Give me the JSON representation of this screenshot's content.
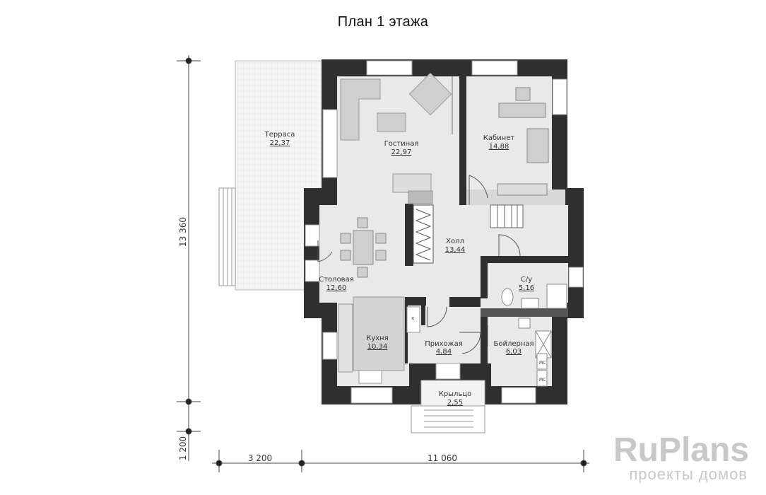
{
  "title": "План 1  этажа",
  "rooms": {
    "terrace": {
      "name": "Терраса",
      "area": "22,37"
    },
    "living": {
      "name": "Гостиная",
      "area": "22,97"
    },
    "study": {
      "name": "Кабинет",
      "area": "14,88"
    },
    "hall": {
      "name": "Холл",
      "area": "13,44"
    },
    "dining": {
      "name": "Столовая",
      "area": "12,60"
    },
    "bath": {
      "name": "С/у",
      "area": "5,16"
    },
    "kitchen": {
      "name": "Кухня",
      "area": "10,34"
    },
    "entry": {
      "name": "Прихожая",
      "area": "4,84"
    },
    "boiler": {
      "name": "Бойлерная",
      "area": "6,03"
    },
    "porch": {
      "name": "Крыльцо",
      "area": "2,55"
    }
  },
  "dimensions": {
    "vertical_main": "13 360",
    "vertical_small": "1 200",
    "horizontal_left": "3 200",
    "horizontal_right": "11 060"
  },
  "fixture_labels": {
    "x_mark": "x",
    "mc1": "МС",
    "mc2": "МС"
  },
  "brand": {
    "main": "RuPlans",
    "sub": "проекты домов"
  },
  "colors": {
    "wall": "#2f2f2f",
    "floor": "#e9e9e9",
    "terrace": "#f3f3f3",
    "furniture": "#cfcfcf",
    "brand": "#c8c8c8"
  }
}
